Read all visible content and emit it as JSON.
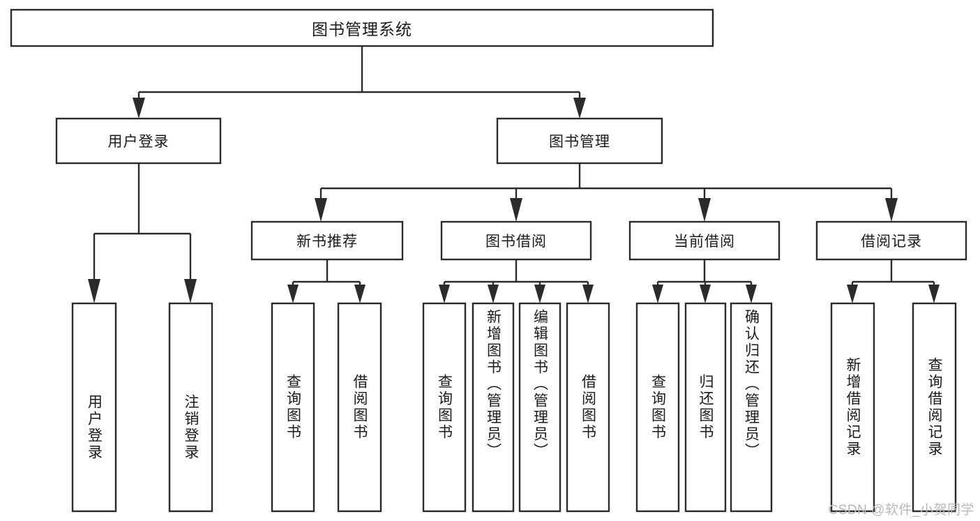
{
  "diagram": {
    "type": "hierarchy-tree",
    "title": "图书管理系统",
    "background_color": "#ffffff",
    "line_color": "#2b2b2b",
    "text_color": "#1a1a1a",
    "levels": 4,
    "root": {
      "id": "root",
      "label": "图书管理系统",
      "orientation": "horizontal"
    },
    "level2": [
      {
        "id": "user-login",
        "label": "用户登录",
        "orientation": "horizontal"
      },
      {
        "id": "book-manage",
        "label": "图书管理",
        "orientation": "horizontal"
      }
    ],
    "level3": [
      {
        "id": "new-book-rec",
        "label": "新书推荐",
        "parent": "book-manage",
        "orientation": "horizontal"
      },
      {
        "id": "book-borrow",
        "label": "图书借阅",
        "parent": "book-manage",
        "orientation": "horizontal"
      },
      {
        "id": "current-borrow",
        "label": "当前借阅",
        "parent": "book-manage",
        "orientation": "horizontal"
      },
      {
        "id": "borrow-record",
        "label": "借阅记录",
        "parent": "book-manage",
        "orientation": "horizontal"
      }
    ],
    "leaves": [
      {
        "id": "leaf-user-login",
        "label": "用户登录",
        "parent": "user-login",
        "orientation": "vertical",
        "align": "bottom"
      },
      {
        "id": "leaf-logout",
        "label": "注销登录",
        "parent": "user-login",
        "orientation": "vertical",
        "align": "bottom"
      },
      {
        "id": "leaf-query-book-1",
        "label": "查询图书",
        "parent": "new-book-rec",
        "orientation": "vertical",
        "align": "center"
      },
      {
        "id": "leaf-borrow-book-1",
        "label": "借阅图书",
        "parent": "new-book-rec",
        "orientation": "vertical",
        "align": "center"
      },
      {
        "id": "leaf-query-book-2",
        "label": "查询图书",
        "parent": "book-borrow",
        "orientation": "vertical",
        "align": "center"
      },
      {
        "id": "leaf-add-book",
        "label": "新增图书（管理员）",
        "parent": "book-borrow",
        "orientation": "vertical",
        "align": "top"
      },
      {
        "id": "leaf-edit-book",
        "label": "编辑图书（管理员）",
        "parent": "book-borrow",
        "orientation": "vertical",
        "align": "top"
      },
      {
        "id": "leaf-borrow-book-2",
        "label": "借阅图书",
        "parent": "book-borrow",
        "orientation": "vertical",
        "align": "center"
      },
      {
        "id": "leaf-query-book-3",
        "label": "查询图书",
        "parent": "current-borrow",
        "orientation": "vertical",
        "align": "center"
      },
      {
        "id": "leaf-return-book",
        "label": "归还图书",
        "parent": "current-borrow",
        "orientation": "vertical",
        "align": "center"
      },
      {
        "id": "leaf-confirm-return",
        "label": "确认归还（管理员）",
        "parent": "current-borrow",
        "orientation": "vertical",
        "align": "top"
      },
      {
        "id": "leaf-add-record",
        "label": "新增借阅记录",
        "parent": "borrow-record",
        "orientation": "vertical",
        "align": "center"
      },
      {
        "id": "leaf-query-record",
        "label": "查询借阅记录",
        "parent": "borrow-record",
        "orientation": "vertical",
        "align": "center"
      }
    ]
  },
  "watermark": {
    "text": "CSDN @软件_小贺同学"
  }
}
